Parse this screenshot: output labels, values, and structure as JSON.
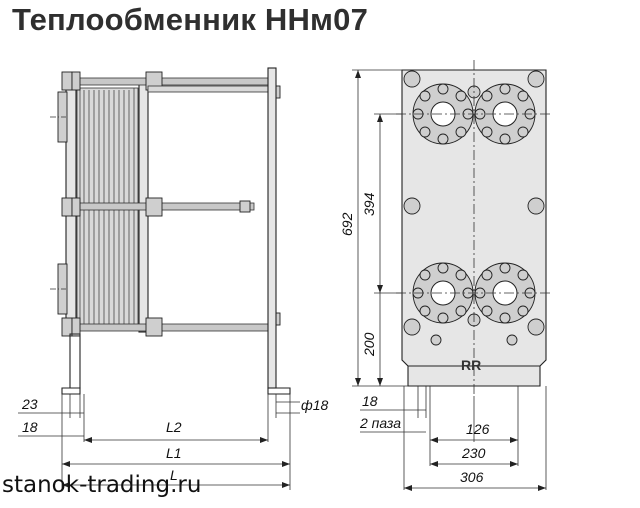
{
  "title": "Теплообменник ННм07",
  "footer": "stanok-trading.ru",
  "dimensions": {
    "d23": "23",
    "d18_left": "18",
    "L2": "L2",
    "L1": "L1",
    "L": "L",
    "phi18": "ф18",
    "d692": "692",
    "d394": "394",
    "d200": "200",
    "d18_right": "18",
    "pazy": "2 паза",
    "d126": "126",
    "d230": "230",
    "d306": "306"
  },
  "logo_text": "RR"
}
